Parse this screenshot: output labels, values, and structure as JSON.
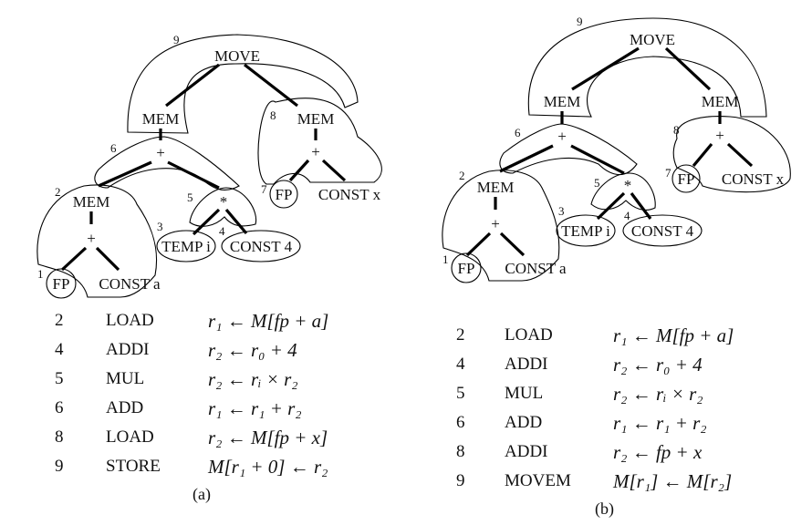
{
  "figure_a": {
    "caption": "(a)",
    "nodes": {
      "move": "MOVE",
      "mem_left": "MEM",
      "mem_right": "MEM",
      "plus_mid": "+",
      "mem_low": "MEM",
      "plus_low": "+",
      "fp_low": "FP",
      "const_a": "CONST a",
      "star": "*",
      "temp_i": "TEMP i",
      "const_4": "CONST 4",
      "plus_right": "+",
      "fp_right": "FP",
      "const_x": "CONST x"
    },
    "tile_numbers": [
      "9",
      "8",
      "6",
      "5",
      "2",
      "7",
      "3",
      "4",
      "1"
    ],
    "instructions": [
      {
        "num": "2",
        "op": "LOAD",
        "expr": "r₁ ← M[fp + a]"
      },
      {
        "num": "4",
        "op": "ADDI",
        "expr": "r₂ ← r₀ + 4"
      },
      {
        "num": "5",
        "op": "MUL",
        "expr": "r₂ ← rᵢ × r₂"
      },
      {
        "num": "6",
        "op": "ADD",
        "expr": "r₁ ← r₁ + r₂"
      },
      {
        "num": "8",
        "op": "LOAD",
        "expr": "r₂ ← M[fp + x]"
      },
      {
        "num": "9",
        "op": "STORE",
        "expr": "M[r₁ + 0] ← r₂"
      }
    ]
  },
  "figure_b": {
    "caption": "(b)",
    "nodes": {
      "move": "MOVE",
      "mem_left": "MEM",
      "mem_right": "MEM",
      "plus_mid": "+",
      "mem_low": "MEM",
      "plus_low": "+",
      "fp_low": "FP",
      "const_a": "CONST a",
      "star": "*",
      "temp_i": "TEMP i",
      "const_4": "CONST 4",
      "plus_right": "+",
      "fp_right": "FP",
      "const_x": "CONST x"
    },
    "tile_numbers": [
      "9",
      "8",
      "6",
      "5",
      "2",
      "7",
      "3",
      "4",
      "1"
    ],
    "instructions": [
      {
        "num": "2",
        "op": "LOAD",
        "expr": "r₁ ← M[fp + a]"
      },
      {
        "num": "4",
        "op": "ADDI",
        "expr": "r₂ ← r₀ + 4"
      },
      {
        "num": "5",
        "op": "MUL",
        "expr": "r₂ ← rᵢ × r₂"
      },
      {
        "num": "6",
        "op": "ADD",
        "expr": "r₁ ← r₁ + r₂"
      },
      {
        "num": "8",
        "op": "ADDI",
        "expr": "r₂ ← fp + x"
      },
      {
        "num": "9",
        "op": "MOVEM",
        "expr": "M[r₁] ← M[r₂]"
      }
    ]
  }
}
